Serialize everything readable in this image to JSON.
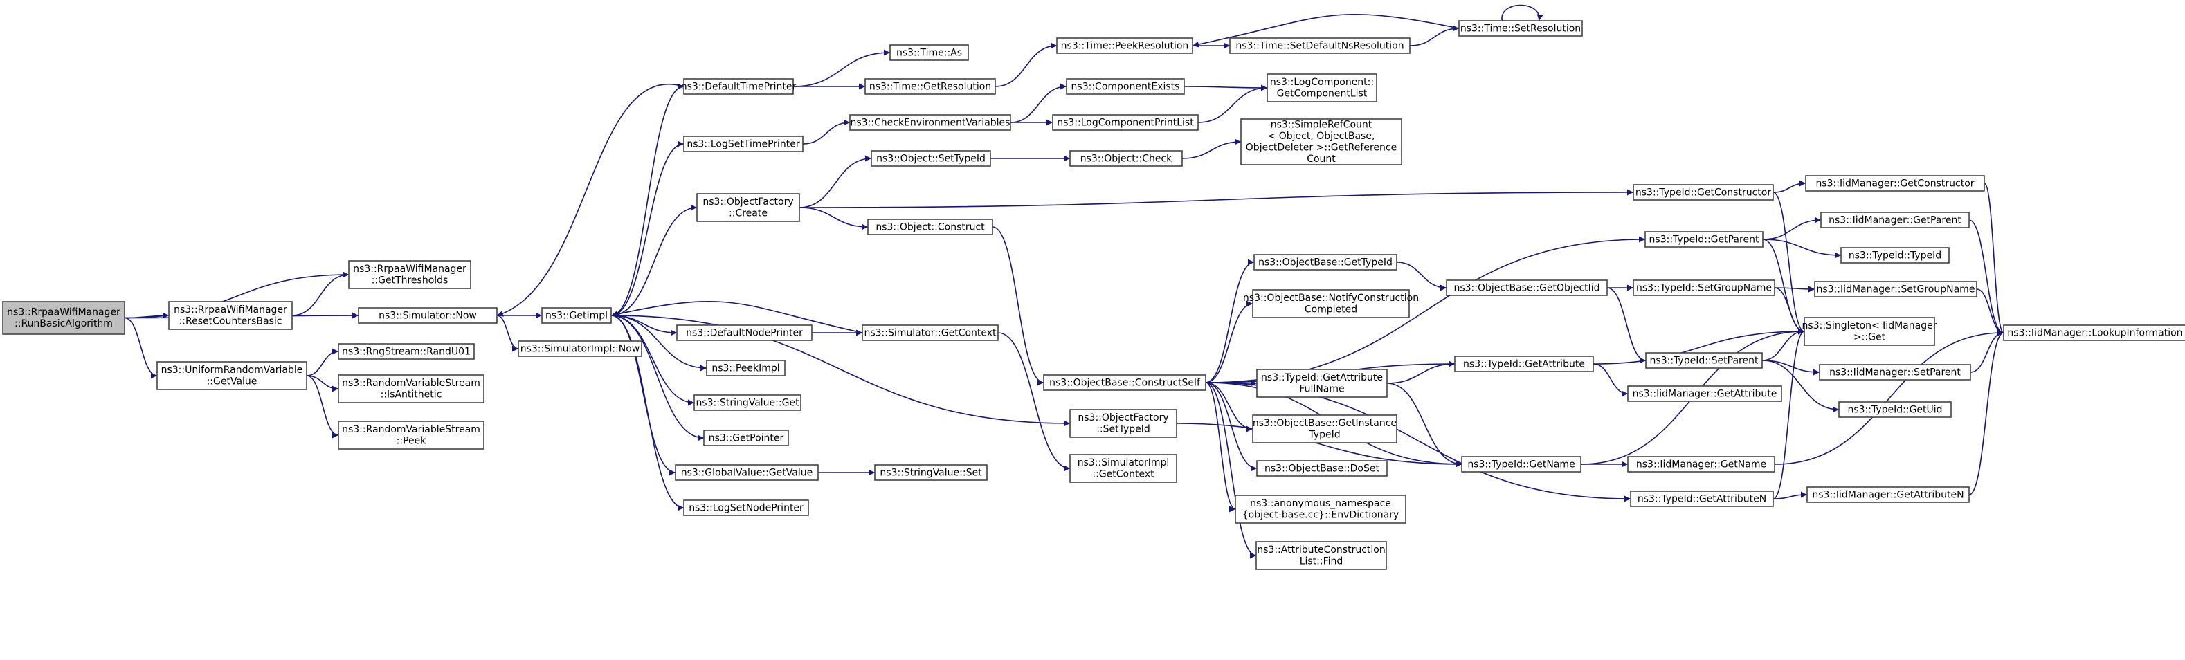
{
  "diagram": {
    "colors": {
      "edge": "#191970",
      "node_border": "#444444",
      "root_fill": "#bfbfbf",
      "node_fill": "#ffffff"
    },
    "nodes": [
      {
        "id": "run",
        "lines": [
          "ns3::RrpaaWifiManager",
          "::RunBasicAlgorithm"
        ],
        "root": true
      },
      {
        "id": "getthr",
        "lines": [
          "ns3::RrpaaWifiManager",
          "::GetThresholds"
        ]
      },
      {
        "id": "reset",
        "lines": [
          "ns3::RrpaaWifiManager",
          "::ResetCountersBasic"
        ]
      },
      {
        "id": "simnow",
        "lines": [
          "ns3::Simulator::Now"
        ]
      },
      {
        "id": "urv",
        "lines": [
          "ns3::UniformRandomVariable",
          "::GetValue"
        ]
      },
      {
        "id": "randu",
        "lines": [
          "ns3::RngStream::RandU01"
        ]
      },
      {
        "id": "anti",
        "lines": [
          "ns3::RandomVariableStream",
          "::IsAntithetic"
        ]
      },
      {
        "id": "peekrvs",
        "lines": [
          "ns3::RandomVariableStream",
          "::Peek"
        ]
      },
      {
        "id": "getimpl",
        "lines": [
          "ns3::GetImpl"
        ]
      },
      {
        "id": "simimplnow",
        "lines": [
          "ns3::SimulatorImpl::Now"
        ]
      },
      {
        "id": "dtp",
        "lines": [
          "ns3::DefaultTimePrinter"
        ]
      },
      {
        "id": "lstp",
        "lines": [
          "ns3::LogSetTimePrinter"
        ]
      },
      {
        "id": "ofcreate",
        "lines": [
          "ns3::ObjectFactory",
          "::Create"
        ]
      },
      {
        "id": "dnp",
        "lines": [
          "ns3::DefaultNodePrinter"
        ]
      },
      {
        "id": "peekimpl",
        "lines": [
          "ns3::PeekImpl"
        ]
      },
      {
        "id": "svget",
        "lines": [
          "ns3::StringValue::Get"
        ]
      },
      {
        "id": "getptr",
        "lines": [
          "ns3::GetPointer"
        ]
      },
      {
        "id": "gvget",
        "lines": [
          "ns3::GlobalValue::GetValue"
        ]
      },
      {
        "id": "lsnp",
        "lines": [
          "ns3::LogSetNodePrinter"
        ]
      },
      {
        "id": "timeas",
        "lines": [
          "ns3::Time::As"
        ]
      },
      {
        "id": "timegetres",
        "lines": [
          "ns3::Time::GetResolution"
        ]
      },
      {
        "id": "checkenv",
        "lines": [
          "ns3::CheckEnvironmentVariables"
        ]
      },
      {
        "id": "objsettid",
        "lines": [
          "ns3::Object::SetTypeId"
        ]
      },
      {
        "id": "objconstruct",
        "lines": [
          "ns3::Object::Construct"
        ]
      },
      {
        "id": "simgetctx",
        "lines": [
          "ns3::Simulator::GetContext"
        ]
      },
      {
        "id": "svset",
        "lines": [
          "ns3::StringValue::Set"
        ]
      },
      {
        "id": "peekres",
        "lines": [
          "ns3::Time::PeekResolution"
        ]
      },
      {
        "id": "compexists",
        "lines": [
          "ns3::ComponentExists"
        ]
      },
      {
        "id": "lcpl",
        "lines": [
          "ns3::LogComponentPrintList"
        ]
      },
      {
        "id": "objcheck",
        "lines": [
          "ns3::Object::Check"
        ]
      },
      {
        "id": "cself",
        "lines": [
          "ns3::ObjectBase::ConstructSelf"
        ]
      },
      {
        "id": "ofsettid",
        "lines": [
          "ns3::ObjectFactory",
          "::SetTypeId"
        ]
      },
      {
        "id": "simimplctx",
        "lines": [
          "ns3::SimulatorImpl",
          "::GetContext"
        ]
      },
      {
        "id": "setdefns",
        "lines": [
          "ns3::Time::SetDefaultNsResolution"
        ]
      },
      {
        "id": "setres",
        "lines": [
          "ns3::Time::SetResolution"
        ]
      },
      {
        "id": "lcgcl",
        "lines": [
          "ns3::LogComponent::",
          "GetComponentList"
        ]
      },
      {
        "id": "srefcount",
        "lines": [
          "ns3::SimpleRefCount",
          "< Object, ObjectBase,",
          "ObjectDeleter >::GetReference",
          "Count"
        ]
      },
      {
        "id": "obgettid",
        "lines": [
          "ns3::ObjectBase::GetTypeId"
        ]
      },
      {
        "id": "obnotify",
        "lines": [
          "ns3::ObjectBase::NotifyConstruction",
          "Completed"
        ]
      },
      {
        "id": "tidgetattrfull",
        "lines": [
          "ns3::TypeId::GetAttribute",
          "FullName"
        ]
      },
      {
        "id": "obgetinst",
        "lines": [
          "ns3::ObjectBase::GetInstance",
          "TypeId"
        ]
      },
      {
        "id": "obdoset",
        "lines": [
          "ns3::ObjectBase::DoSet"
        ]
      },
      {
        "id": "envdict",
        "lines": [
          "ns3::anonymous_namespace",
          "{object-base.cc}::EnvDictionary"
        ]
      },
      {
        "id": "acfind",
        "lines": [
          "ns3::AttributeConstruction",
          "List::Find"
        ]
      },
      {
        "id": "obgetoid",
        "lines": [
          "ns3::ObjectBase::GetObjectIid"
        ]
      },
      {
        "id": "tidgetattr",
        "lines": [
          "ns3::TypeId::GetAttribute"
        ]
      },
      {
        "id": "tidgetname",
        "lines": [
          "ns3::TypeId::GetName"
        ]
      },
      {
        "id": "tidgetctor",
        "lines": [
          "ns3::TypeId::GetConstructor"
        ]
      },
      {
        "id": "tidgetparent",
        "lines": [
          "ns3::TypeId::GetParent"
        ]
      },
      {
        "id": "tidsetgroup",
        "lines": [
          "ns3::TypeId::SetGroupName"
        ]
      },
      {
        "id": "tidsetparent",
        "lines": [
          "ns3::TypeId::SetParent"
        ]
      },
      {
        "id": "iidgetattr",
        "lines": [
          "ns3::IidManager::GetAttribute"
        ]
      },
      {
        "id": "iidgetname",
        "lines": [
          "ns3::IidManager::GetName"
        ]
      },
      {
        "id": "tidgetattrn",
        "lines": [
          "ns3::TypeId::GetAttributeN"
        ]
      },
      {
        "id": "iidgetctor",
        "lines": [
          "ns3::IidManager::GetConstructor"
        ]
      },
      {
        "id": "iidgetparent",
        "lines": [
          "ns3::IidManager::GetParent"
        ]
      },
      {
        "id": "tidtid",
        "lines": [
          "ns3::TypeId::TypeId"
        ]
      },
      {
        "id": "iidsetgroup",
        "lines": [
          "ns3::IidManager::SetGroupName"
        ]
      },
      {
        "id": "singleton",
        "lines": [
          "ns3::Singleton< IidManager",
          ">::Get"
        ]
      },
      {
        "id": "iidsetparent",
        "lines": [
          "ns3::IidManager::SetParent"
        ]
      },
      {
        "id": "tidgetuid",
        "lines": [
          "ns3::TypeId::GetUid"
        ]
      },
      {
        "id": "iidgetattrn",
        "lines": [
          "ns3::IidManager::GetAttributeN"
        ]
      },
      {
        "id": "lookup",
        "lines": [
          "ns3::IidManager::LookupInformation"
        ]
      }
    ],
    "edges": [
      [
        "run",
        "getthr"
      ],
      [
        "run",
        "reset"
      ],
      [
        "run",
        "simnow"
      ],
      [
        "run",
        "urv"
      ],
      [
        "reset",
        "getthr"
      ],
      [
        "reset",
        "simnow"
      ],
      [
        "urv",
        "randu"
      ],
      [
        "urv",
        "anti"
      ],
      [
        "urv",
        "peekrvs"
      ],
      [
        "simnow",
        "getimpl"
      ],
      [
        "simnow",
        "simimplnow"
      ],
      [
        "getimpl",
        "dtp"
      ],
      [
        "getimpl",
        "lstp"
      ],
      [
        "getimpl",
        "ofcreate"
      ],
      [
        "getimpl",
        "dnp"
      ],
      [
        "getimpl",
        "peekimpl"
      ],
      [
        "getimpl",
        "svget"
      ],
      [
        "getimpl",
        "getptr"
      ],
      [
        "getimpl",
        "gvget"
      ],
      [
        "getimpl",
        "lsnp"
      ],
      [
        "getimpl",
        "ofsettid"
      ],
      [
        "dtp",
        "simnow"
      ],
      [
        "dtp",
        "timeas"
      ],
      [
        "dtp",
        "timegetres"
      ],
      [
        "lstp",
        "checkenv"
      ],
      [
        "ofcreate",
        "objsettid"
      ],
      [
        "ofcreate",
        "objconstruct"
      ],
      [
        "ofcreate",
        "tidgetctor"
      ],
      [
        "dnp",
        "simgetctx"
      ],
      [
        "simgetctx",
        "getimpl"
      ],
      [
        "simgetctx",
        "simimplctx"
      ],
      [
        "gvget",
        "svset"
      ],
      [
        "timegetres",
        "peekres"
      ],
      [
        "peekres",
        "setdefns"
      ],
      [
        "setdefns",
        "setres"
      ],
      [
        "setres",
        "peekres"
      ],
      [
        "setres",
        "setres"
      ],
      [
        "checkenv",
        "compexists"
      ],
      [
        "checkenv",
        "lcpl"
      ],
      [
        "compexists",
        "lcgcl"
      ],
      [
        "lcpl",
        "lcgcl"
      ],
      [
        "objsettid",
        "objcheck"
      ],
      [
        "objcheck",
        "srefcount"
      ],
      [
        "objconstruct",
        "cself"
      ],
      [
        "ofsettid",
        "tidgetname"
      ],
      [
        "cself",
        "obgettid"
      ],
      [
        "cself",
        "obnotify"
      ],
      [
        "cself",
        "tidgetattrfull"
      ],
      [
        "cself",
        "obgetinst"
      ],
      [
        "cself",
        "obdoset"
      ],
      [
        "cself",
        "envdict"
      ],
      [
        "cself",
        "acfind"
      ],
      [
        "cself",
        "tidgetattr"
      ],
      [
        "cself",
        "tidgetname"
      ],
      [
        "cself",
        "tidgetparent"
      ],
      [
        "cself",
        "tidgetattrn"
      ],
      [
        "obgettid",
        "obgetoid"
      ],
      [
        "obgetoid",
        "tidsetgroup"
      ],
      [
        "obgetoid",
        "tidsetparent"
      ],
      [
        "tidgetattrfull",
        "tidgetattr"
      ],
      [
        "tidgetattrfull",
        "tidgetname"
      ],
      [
        "tidgetattr",
        "iidgetattr"
      ],
      [
        "tidgetattr",
        "singleton"
      ],
      [
        "tidgetname",
        "iidgetname"
      ],
      [
        "tidgetname",
        "singleton"
      ],
      [
        "tidgetattrn",
        "iidgetattrn"
      ],
      [
        "tidgetattrn",
        "singleton"
      ],
      [
        "tidgetctor",
        "iidgetctor"
      ],
      [
        "tidgetctor",
        "singleton"
      ],
      [
        "tidgetparent",
        "iidgetparent"
      ],
      [
        "tidgetparent",
        "tidtid"
      ],
      [
        "tidgetparent",
        "singleton"
      ],
      [
        "tidsetgroup",
        "iidsetgroup"
      ],
      [
        "tidsetgroup",
        "singleton"
      ],
      [
        "tidsetparent",
        "iidsetparent"
      ],
      [
        "tidsetparent",
        "tidgetuid"
      ],
      [
        "tidsetparent",
        "singleton"
      ],
      [
        "iidgetctor",
        "lookup"
      ],
      [
        "iidgetparent",
        "lookup"
      ],
      [
        "iidsetgroup",
        "lookup"
      ],
      [
        "iidsetparent",
        "lookup"
      ],
      [
        "iidgetname",
        "lookup"
      ],
      [
        "iidgetattrn",
        "lookup"
      ]
    ]
  }
}
